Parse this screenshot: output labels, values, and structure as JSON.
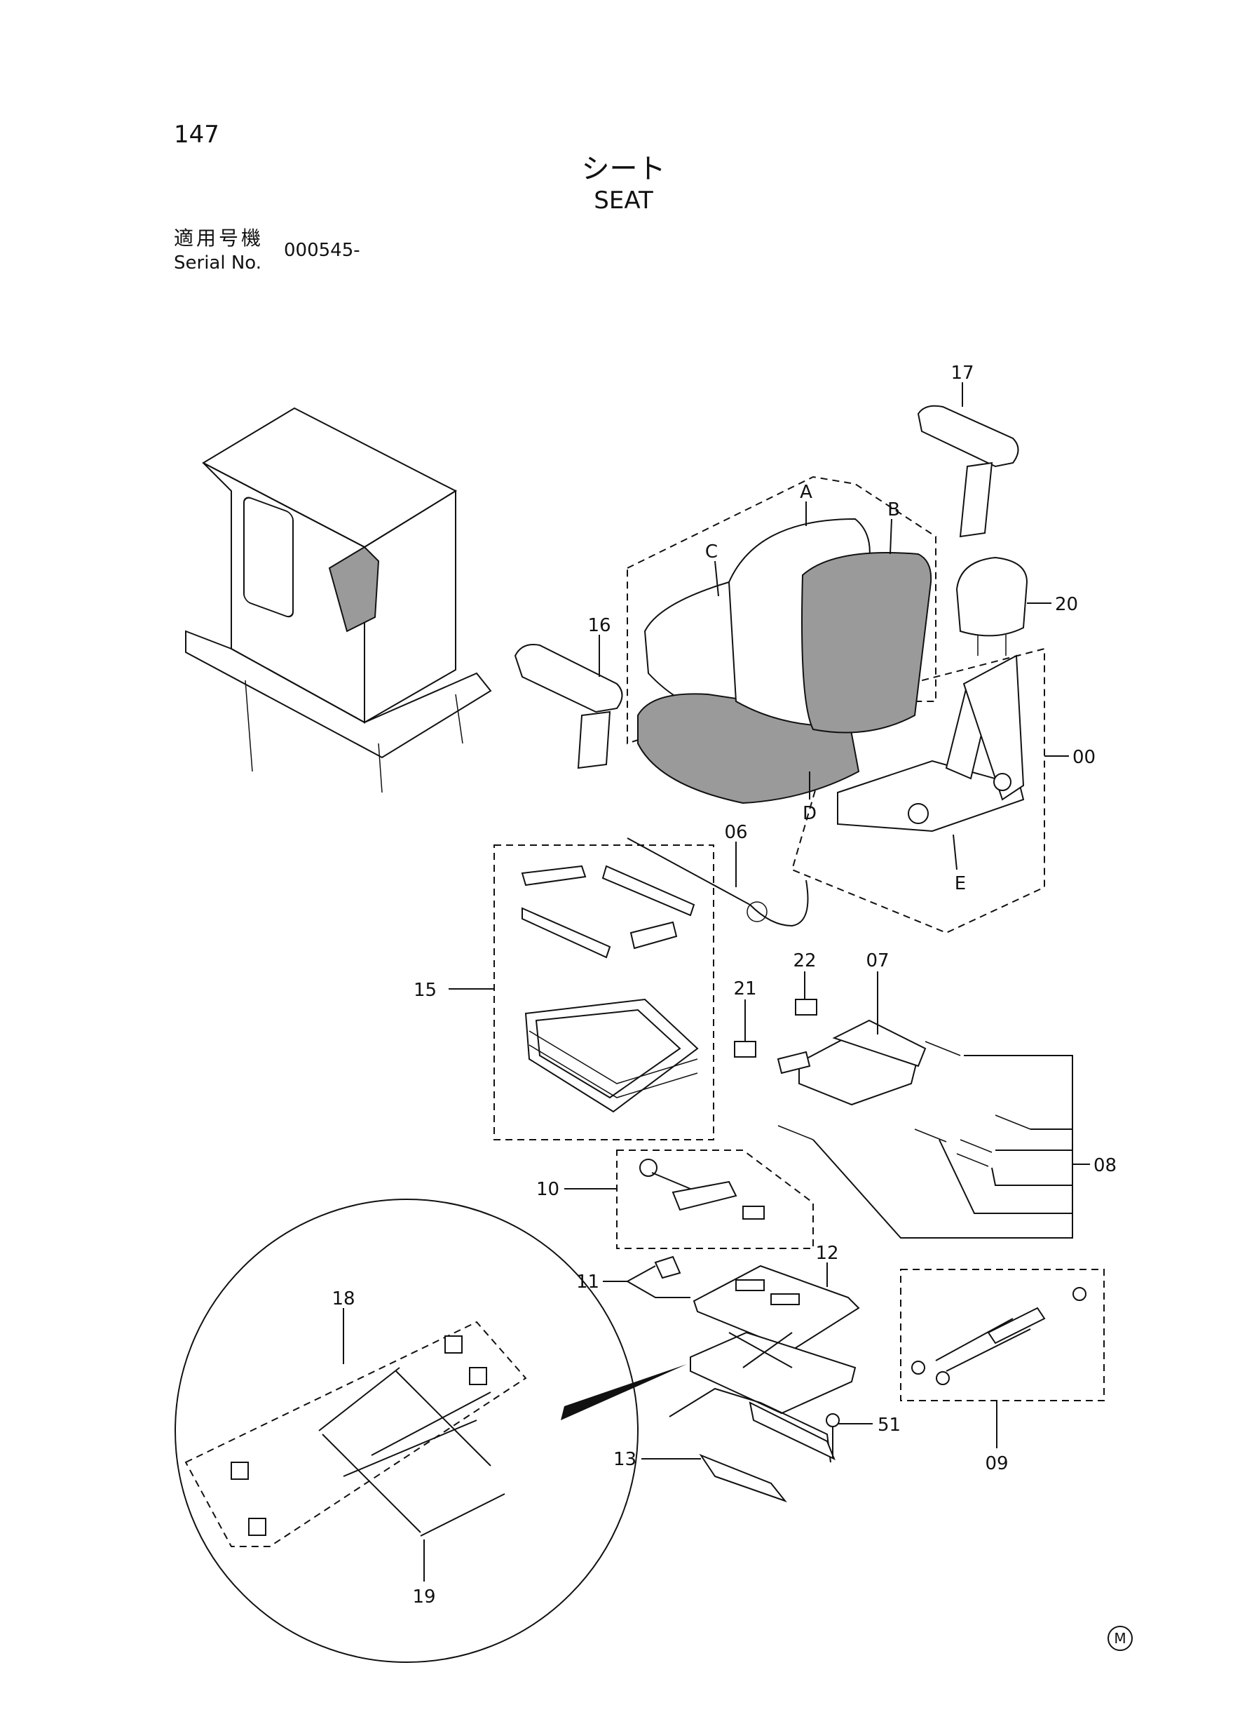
{
  "header": {
    "page_number": "147",
    "title_jp": "シート",
    "title_en": "SEAT",
    "serial_label_jp": "適用号機",
    "serial_label_en": "Serial No.",
    "serial_value": "000545-"
  },
  "callouts": {
    "c17": "17",
    "c20": "20",
    "c16": "16",
    "c00": "00",
    "c06": "06",
    "c15": "15",
    "c22": "22",
    "c07": "07",
    "c21": "21",
    "c08": "08",
    "c10": "10",
    "c11": "11",
    "c12": "12",
    "c18": "18",
    "c19": "19",
    "c51": "51",
    "c13": "13",
    "c09": "09",
    "A": "A",
    "B": "B",
    "C": "C",
    "D": "D",
    "E": "E"
  },
  "footer_mark": "M"
}
